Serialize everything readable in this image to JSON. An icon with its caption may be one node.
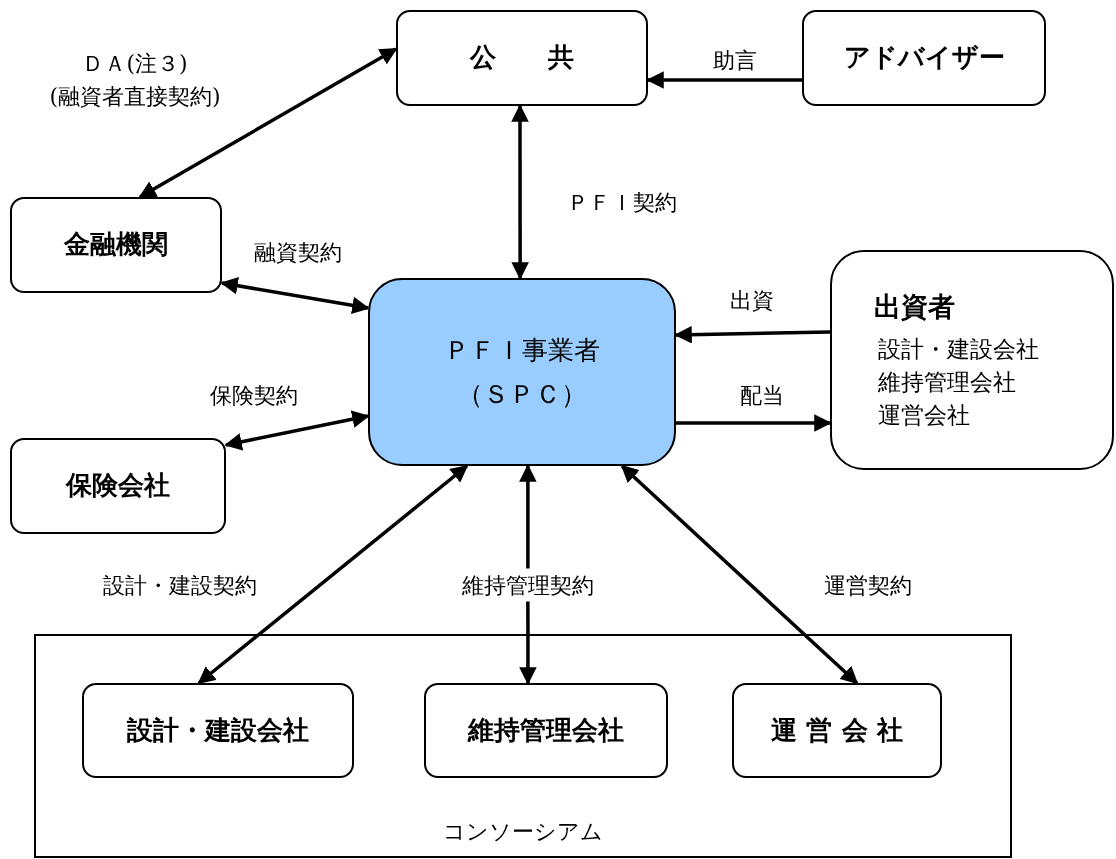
{
  "diagram": {
    "nodes": [
      {
        "text": [
          "公　　共"
        ]
      },
      {
        "text": [
          "アドバイザー"
        ]
      },
      {
        "text": [
          "金融機関"
        ]
      },
      {
        "text": [
          "ＰＦＩ事業者",
          "（ＳＰＣ）"
        ]
      },
      {
        "text": [
          "出資者",
          "設計・建設会社",
          "維持管理会社",
          "運営会社"
        ]
      },
      {
        "text": [
          "保険会社"
        ]
      },
      {
        "text": [
          "コンソーシアム"
        ]
      },
      {
        "text": [
          "設計・建設会社"
        ],
        "in": 6
      },
      {
        "text": [
          "維持管理会社"
        ],
        "in": 6
      },
      {
        "text": [
          "運 営 会 社"
        ],
        "in": 6
      }
    ],
    "edges": [
      {
        "from": 2,
        "to": 0,
        "arrow": "both",
        "label": "ＤＡ(注３) (融資者直接契約)"
      },
      {
        "from": 1,
        "to": 0,
        "arrow": "to",
        "label": "助言"
      },
      {
        "from": 0,
        "to": 3,
        "arrow": "both",
        "label": "ＰＦＩ契約"
      },
      {
        "from": 2,
        "to": 3,
        "arrow": "both",
        "label": "融資契約"
      },
      {
        "from": 4,
        "to": 3,
        "arrow": "to",
        "label": "出資"
      },
      {
        "from": 3,
        "to": 4,
        "arrow": "to",
        "label": "配当"
      },
      {
        "from": 5,
        "to": 3,
        "arrow": "both",
        "label": "保険契約"
      },
      {
        "from": 3,
        "to": 7,
        "arrow": "both",
        "label": "設計・建設契約"
      },
      {
        "from": 3,
        "to": 8,
        "arrow": "both",
        "label": "維持管理契約"
      },
      {
        "from": 3,
        "to": 9,
        "arrow": "both",
        "label": "運営契約"
      }
    ]
  }
}
